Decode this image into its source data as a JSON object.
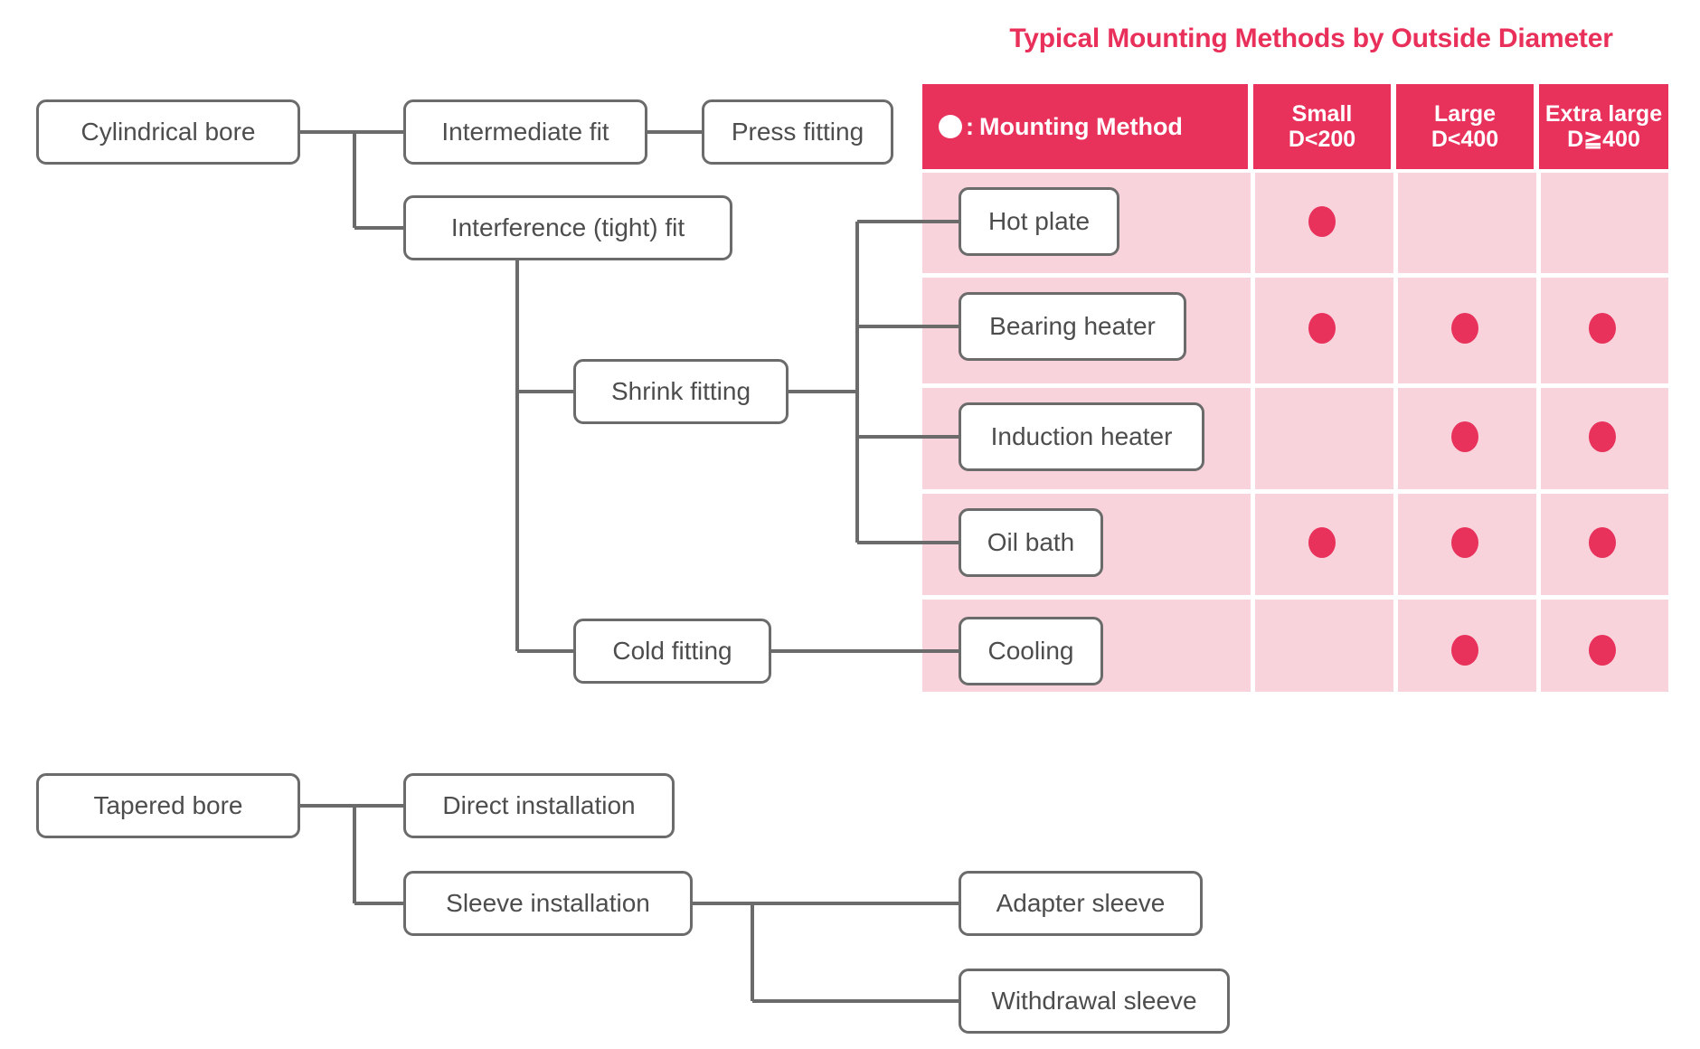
{
  "table": {
    "title": "Typical Mounting Methods by Outside Diameter",
    "legend_dot_icon": "filled-circle-icon",
    "legend_label": "Mounting Method",
    "legend_colon": ":",
    "columns": [
      {
        "name": "Small",
        "range": "D<200"
      },
      {
        "name": "Large",
        "range": "D<400"
      },
      {
        "name": "Extra large",
        "range": "D≧400"
      }
    ],
    "rows": [
      {
        "method": "Hot plate",
        "small": true,
        "large": false,
        "extra_large": false
      },
      {
        "method": "Bearing heater",
        "small": true,
        "large": true,
        "extra_large": true
      },
      {
        "method": "Induction heater",
        "small": false,
        "large": true,
        "extra_large": true
      },
      {
        "method": "Oil bath",
        "small": true,
        "large": true,
        "extra_large": true
      },
      {
        "method": "Cooling",
        "small": false,
        "large": true,
        "extra_large": true
      }
    ]
  },
  "tree": {
    "cylindrical": {
      "root": "Cylindrical bore",
      "intermediate_fit": "Intermediate fit",
      "press_fitting": "Press fitting",
      "interference_fit": "Interference (tight) fit",
      "shrink_fitting": "Shrink fitting",
      "cold_fitting": "Cold fitting"
    },
    "tapered": {
      "root": "Tapered bore",
      "direct_installation": "Direct installation",
      "sleeve_installation": "Sleeve installation",
      "adapter_sleeve": "Adapter sleeve",
      "withdrawal_sleeve": "Withdrawal sleeve"
    }
  },
  "colors": {
    "accent_red": "#E8315B",
    "table_body_pink": "#F9D3DC",
    "box_border_gray": "#6B6B6B",
    "text_gray": "#4D4D4D"
  }
}
